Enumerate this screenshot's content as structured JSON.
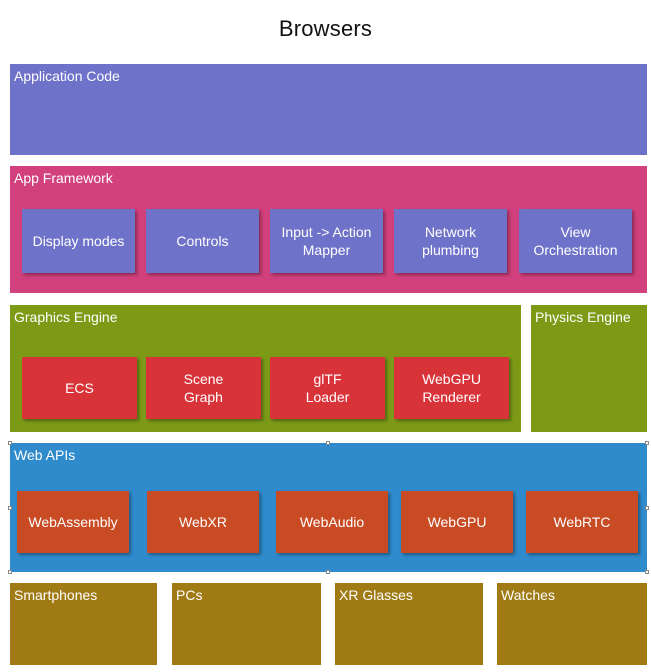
{
  "title": "Browsers",
  "application_code": {
    "label": "Application Code"
  },
  "app_framework": {
    "label": "App Framework",
    "boxes": [
      "Display modes",
      "Controls",
      "Input -> Action\nMapper",
      "Network\nplumbing",
      "View\nOrchestration"
    ]
  },
  "graphics_engine": {
    "label": "Graphics Engine",
    "boxes": [
      "ECS",
      "Scene\nGraph",
      "glTF\nLoader",
      "WebGPU\nRenderer"
    ]
  },
  "physics_engine": {
    "label": "Physics Engine"
  },
  "web_apis": {
    "label": "Web APIs",
    "boxes": [
      "WebAssembly",
      "WebXR",
      "WebAudio",
      "WebGPU",
      "WebRTC"
    ]
  },
  "devices": [
    "Smartphones",
    "PCs",
    "XR Glasses",
    "Watches"
  ],
  "colors": {
    "application_code": "#6e72c8",
    "app_framework": "#d2407d",
    "graphics_engine": "#7d9a17",
    "web_apis": "#2f8bcc",
    "api_box": "#c84b24",
    "graphics_box": "#d9333a",
    "devices": "#a07a14"
  }
}
